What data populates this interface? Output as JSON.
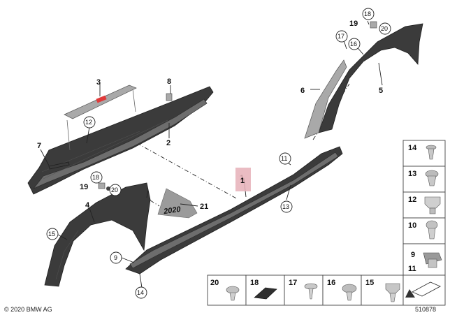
{
  "copyright": "© 2020 BMW AG",
  "diagram_number": "510878",
  "highlight_color": "#e6b0b8",
  "badge_text": "2020",
  "main_labels": {
    "l1": "1",
    "l2": "2",
    "l3": "3",
    "l4": "4",
    "l5": "5",
    "l6": "6",
    "l7": "7",
    "l8": "8",
    "l9": "9",
    "l13": "13",
    "l14": "14",
    "l21": "21"
  },
  "circle_labels": {
    "c11": "11",
    "c12": "12",
    "c13": "13",
    "c14": "14",
    "c15": "15",
    "c16": "16",
    "c17": "17",
    "c18a": "18",
    "c18b": "18",
    "c20a": "20",
    "c20b": "20"
  },
  "plain_labels": {
    "p19a": "19",
    "p19b": "19"
  },
  "right_legend": [
    {
      "label": "14"
    },
    {
      "label": "13"
    },
    {
      "label": "12"
    },
    {
      "label": "10"
    },
    {
      "label": "9",
      "label2": "11"
    }
  ],
  "bottom_legend": [
    {
      "label": "20"
    },
    {
      "label": "18"
    },
    {
      "label": "17"
    },
    {
      "label": "16"
    },
    {
      "label": "15"
    }
  ]
}
